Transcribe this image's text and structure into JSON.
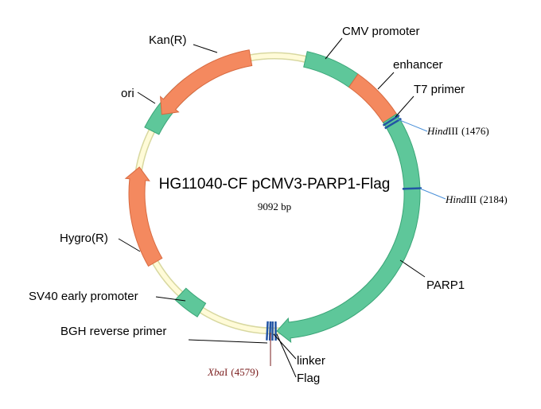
{
  "plasmid": {
    "name": "HG11040-CF pCMV3-PARP1-Flag",
    "size": "9092 bp"
  },
  "colors": {
    "backbone_fill": "#fffbd8",
    "backbone_stroke": "#d8d8a0",
    "green": "#5ec79a",
    "green_stroke": "#3aa577",
    "orange": "#f4895f",
    "orange_stroke": "#d86a40",
    "site_blue": "#2255a4"
  },
  "features": [
    {
      "id": "cmv",
      "label": "CMV promoter",
      "color": "green"
    },
    {
      "id": "enh",
      "label": "enhancer",
      "color": "orange"
    },
    {
      "id": "t7",
      "label": "T7 primer",
      "color": "site"
    },
    {
      "id": "parp1",
      "label": "PARP1",
      "color": "green"
    },
    {
      "id": "linker",
      "label": "linker",
      "color": "site"
    },
    {
      "id": "flag",
      "label": "Flag",
      "color": "site"
    },
    {
      "id": "bgh",
      "label": "BGH reverse primer",
      "color": "site"
    },
    {
      "id": "sv40",
      "label": "SV40 early promoter",
      "color": "green"
    },
    {
      "id": "hygro",
      "label": "Hygro(R)",
      "color": "orange"
    },
    {
      "id": "ori",
      "label": "ori",
      "color": "green"
    },
    {
      "id": "kan",
      "label": "Kan(R)",
      "color": "orange"
    }
  ],
  "sites": [
    {
      "id": "hind1",
      "enzyme": "Hind",
      "suffix": "III",
      "pos": "(1476)"
    },
    {
      "id": "hind2",
      "enzyme": "Hind",
      "suffix": "III",
      "pos": "(2184)"
    },
    {
      "id": "xba",
      "enzyme": "Xba",
      "suffix": "I",
      "pos": "(4579)"
    }
  ]
}
